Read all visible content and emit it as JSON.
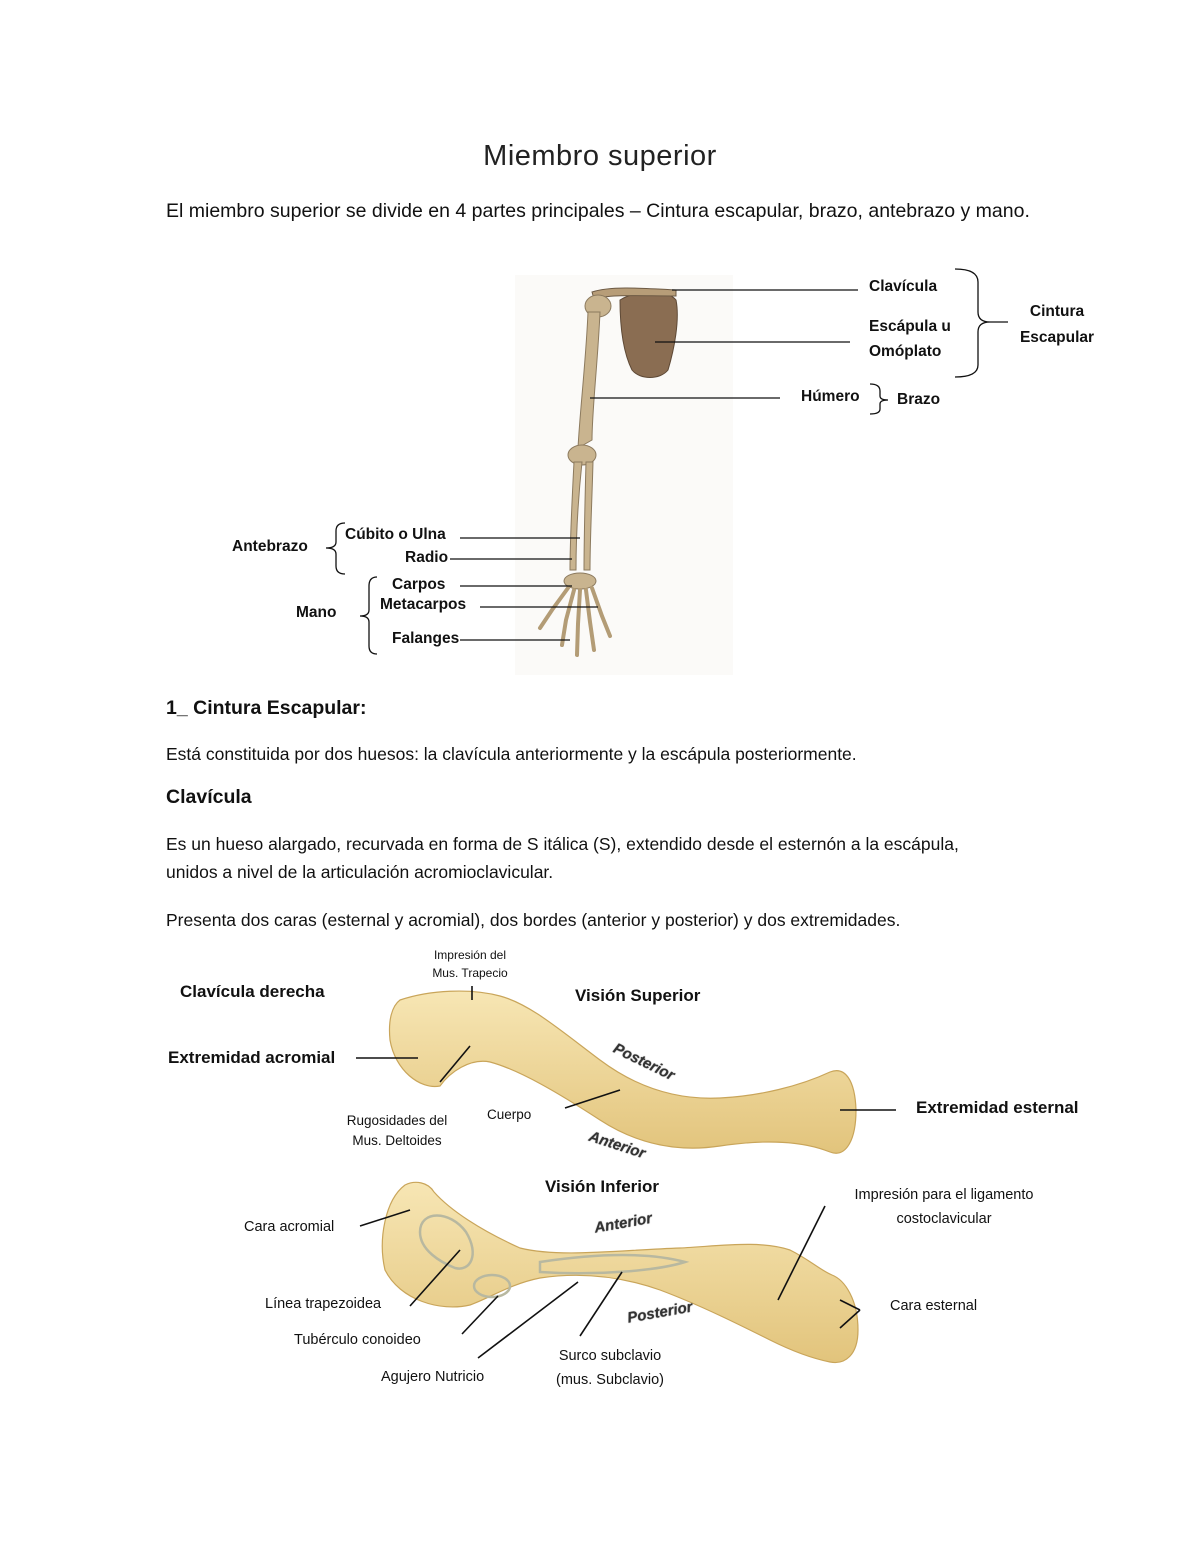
{
  "title": "Miembro superior",
  "intro": "El miembro superior se divide en 4 partes principales – Cintura escapular, brazo, antebrazo y mano.",
  "arm_figure": {
    "clavicula": "Clavícula",
    "escapula_1": "Escápula u",
    "escapula_2": "Omóplato",
    "cintura_1": "Cintura",
    "cintura_2": "Escapular",
    "humero": "Húmero",
    "brazo": "Brazo",
    "antebrazo": "Antebrazo",
    "cubito": "Cúbito o Ulna",
    "radio": "Radio",
    "mano": "Mano",
    "carpos": "Carpos",
    "metacarpos": "Metacarpos",
    "falanges": "Falanges"
  },
  "section1": {
    "heading": "1_ Cintura Escapular:",
    "text": "Está constituida por dos huesos: la clavícula anteriormente y la escápula posteriormente."
  },
  "clavicula_section": {
    "heading": "Clavícula",
    "p1_line1": "Es un hueso alargado, recurvada en forma de S itálica (S), extendido desde el esternón a la escápula,",
    "p1_line2": "unidos a nivel de la articulación acromioclavicular.",
    "p2": "Presenta dos caras (esternal y acromial), dos bordes (anterior y posterior) y dos extremidades."
  },
  "clavicle_figure": {
    "title": "Clavícula derecha",
    "impresion_trapecio_1": "Impresión del",
    "impresion_trapecio_2": "Mus. Trapecio",
    "vision_superior": "Visión Superior",
    "extremidad_acromial": "Extremidad acromial",
    "posterior_top": "Posterior",
    "extremidad_esternal": "Extremidad esternal",
    "rugosidades_1": "Rugosidades del",
    "rugosidades_2": "Mus. Deltoides",
    "cuerpo": "Cuerpo",
    "anterior_top": "Anterior",
    "vision_inferior": "Visión Inferior",
    "impresion_ligamento_1": "Impresión para el ligamento",
    "impresion_ligamento_2": "costoclavicular",
    "cara_acromial": "Cara acromial",
    "anterior_bottom": "Anterior",
    "linea_trapezoidea": "Línea trapezoidea",
    "cara_esternal": "Cara esternal",
    "tuberculo_conoideo": "Tubérculo conoideo",
    "posterior_bottom": "Posterior",
    "surco_1": "Surco subclavio",
    "surco_2": "(mus. Subclavio)",
    "agujero_nutricio": "Agujero Nutricio"
  },
  "colors": {
    "bone_arm": "#c9b48f",
    "scapula": "#8a6d52",
    "bone_clavicle": "#f0da9e",
    "bone_shadow": "#d9b96a"
  }
}
